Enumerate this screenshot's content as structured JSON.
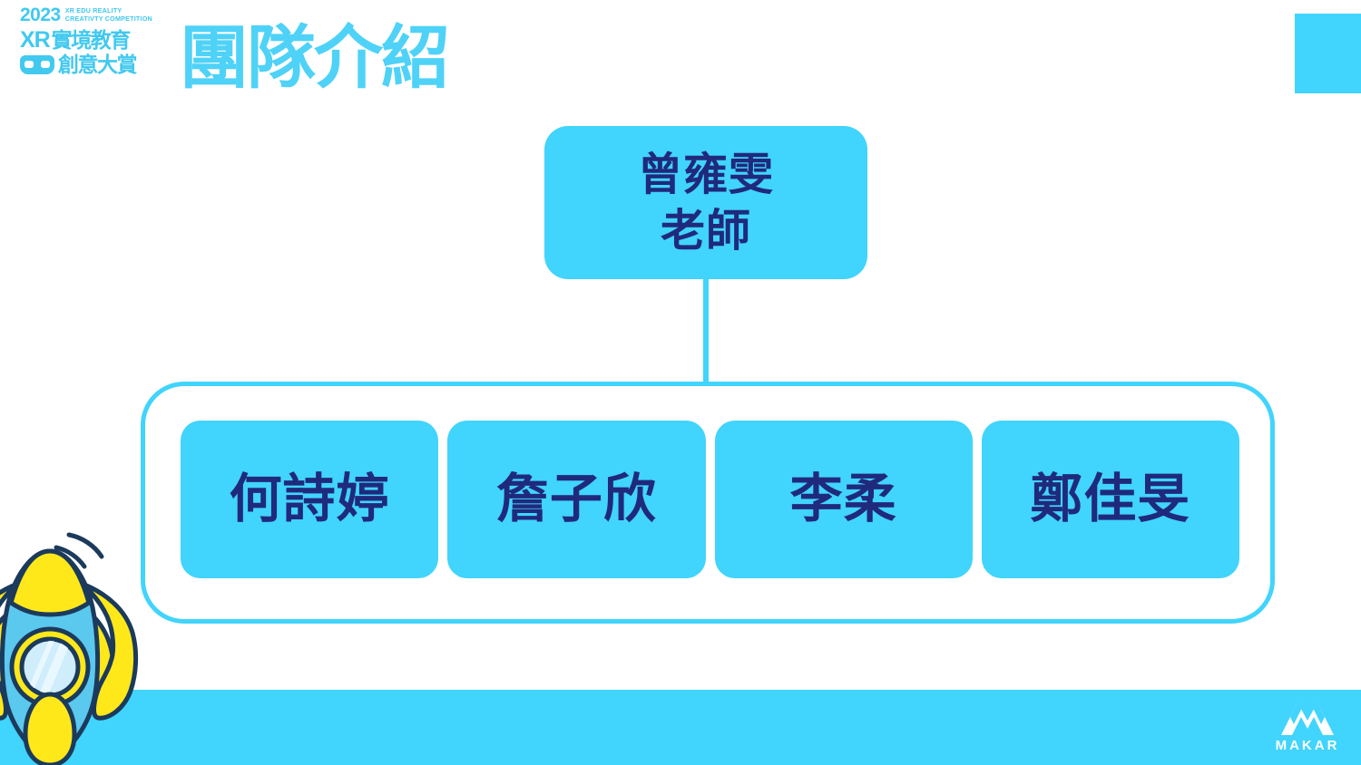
{
  "slide": {
    "background_color": "#FFFFFF",
    "accent_color": "#41D4FC",
    "text_navy": "#1F2A7C",
    "title_color": "#4FD2F7",
    "rocket_yellow": "#FFE81A",
    "rocket_body_blue": "#5BC8EE",
    "rocket_outline": "#1B3A5C"
  },
  "brand": {
    "year": "2023",
    "en_line1": "XR EDU REALITY",
    "en_line2": "CREATIVTY COMPETITION",
    "xr": "XR",
    "cn_line1": "實境教育",
    "cn_line2": "創意大賞",
    "goggles_icon": "vr-goggles-icon"
  },
  "header": {
    "title": "團隊介紹"
  },
  "org_chart": {
    "type": "hierarchy",
    "leader": {
      "name": "曾雍雯",
      "role": "老師"
    },
    "members": [
      {
        "name": "何詩婷"
      },
      {
        "name": "詹子欣"
      },
      {
        "name": "李柔"
      },
      {
        "name": "鄭佳旻"
      }
    ]
  },
  "footer": {
    "logo_text": "MAKAR",
    "logo_mark": "makar-m-icon"
  },
  "decorations": {
    "rocket": "rocket-illustration",
    "accent_block": "accent-rectangle"
  }
}
